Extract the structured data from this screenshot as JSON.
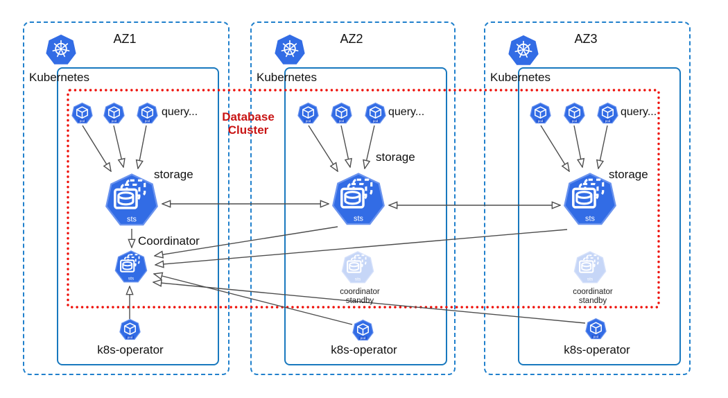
{
  "diagram": {
    "cluster_overlay": {
      "title_line1": "Database",
      "title_line2": "Cluster"
    },
    "coordinator_label": "Coordinator",
    "badges": {
      "pod": "pod",
      "sts": "sts"
    },
    "zones": [
      {
        "az": "AZ1",
        "platform": "Kubernetes",
        "query": "query...",
        "storage": "storage",
        "operator": "k8s-operator"
      },
      {
        "az": "AZ2",
        "platform": "Kubernetes",
        "query": "query...",
        "storage": "storage",
        "operator": "k8s-operator",
        "standby_line1": "coordinator",
        "standby_line2": "standby"
      },
      {
        "az": "AZ3",
        "platform": "Kubernetes",
        "query": "query...",
        "storage": "storage",
        "operator": "k8s-operator",
        "standby_line1": "coordinator",
        "standby_line2": "standby"
      }
    ],
    "colors": {
      "k8s_blue": "#326ce5",
      "zone_border": "#2080cc",
      "inner_border": "#1878be",
      "cluster_border": "#ee1009",
      "cluster_text": "#c81414",
      "arrow": "#4d4d4d"
    }
  }
}
